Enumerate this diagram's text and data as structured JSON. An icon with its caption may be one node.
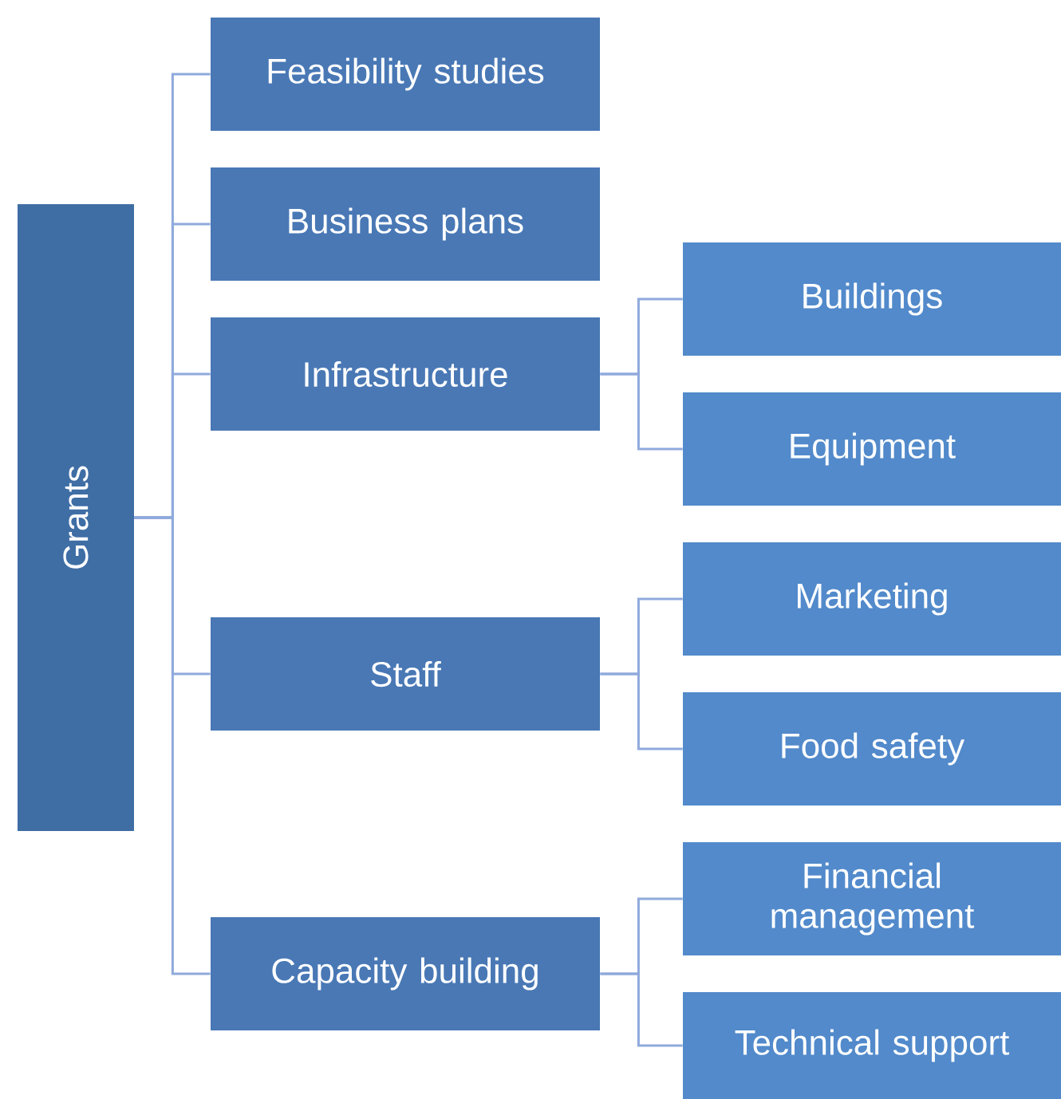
{
  "diagram": {
    "nodes": [
      {
        "text": [
          "Grants"
        ]
      },
      {
        "text": [
          "Feasibility studies"
        ]
      },
      {
        "text": [
          "Business plans"
        ]
      },
      {
        "text": [
          "Infrastructure"
        ]
      },
      {
        "text": [
          "Buildings"
        ]
      },
      {
        "text": [
          "Equipment"
        ]
      },
      {
        "text": [
          "Staff"
        ]
      },
      {
        "text": [
          "Marketing"
        ]
      },
      {
        "text": [
          "Food safety"
        ]
      },
      {
        "text": [
          "Capacity building"
        ]
      },
      {
        "text": [
          "Financial management"
        ]
      },
      {
        "text": [
          "Technical support"
        ]
      }
    ],
    "edges": [
      {
        "from": 0,
        "to": 1,
        "arrow": "none"
      },
      {
        "from": 0,
        "to": 2,
        "arrow": "none"
      },
      {
        "from": 0,
        "to": 3,
        "arrow": "none"
      },
      {
        "from": 0,
        "to": 6,
        "arrow": "none"
      },
      {
        "from": 0,
        "to": 9,
        "arrow": "none"
      },
      {
        "from": 3,
        "to": 4,
        "arrow": "none"
      },
      {
        "from": 3,
        "to": 5,
        "arrow": "none"
      },
      {
        "from": 6,
        "to": 7,
        "arrow": "none"
      },
      {
        "from": 6,
        "to": 8,
        "arrow": "none"
      },
      {
        "from": 9,
        "to": 10,
        "arrow": "none"
      },
      {
        "from": 9,
        "to": 11,
        "arrow": "none"
      }
    ]
  }
}
